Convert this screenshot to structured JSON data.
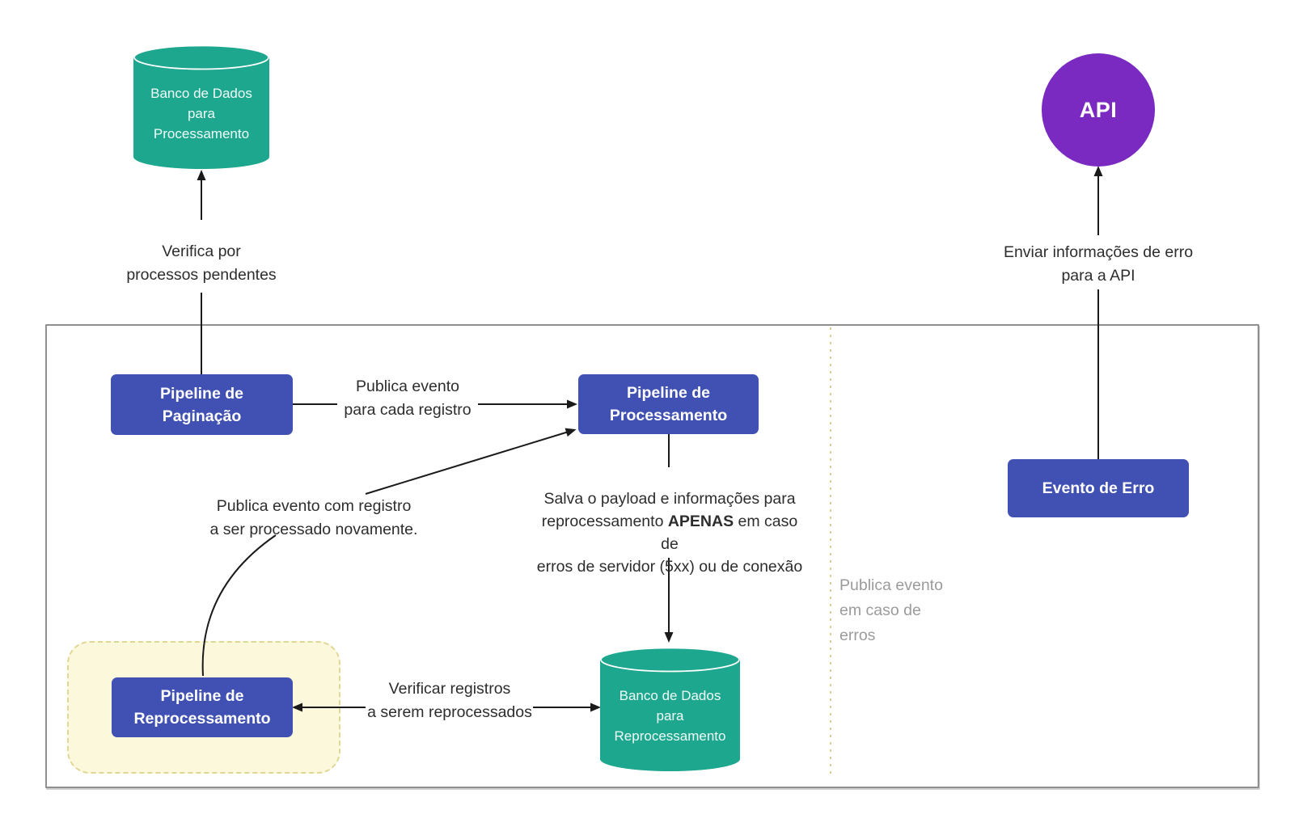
{
  "diagram": {
    "nodes": {
      "db_processing": {
        "shape": "cylinder",
        "label": "Banco de Dados\npara\nProcessamento",
        "color": "#1ca78e"
      },
      "db_reprocessing": {
        "shape": "cylinder",
        "label": "Banco de Dados\npara\nReprocessamento",
        "color": "#1ca78e"
      },
      "api": {
        "shape": "circle",
        "label": "API",
        "color": "#7a2ac0"
      },
      "pipeline_pagination": {
        "shape": "rect",
        "label": "Pipeline de\nPaginação",
        "color": "#4151b3"
      },
      "pipeline_processing": {
        "shape": "rect",
        "label": "Pipeline de\nProcessamento",
        "color": "#4151b3"
      },
      "pipeline_reprocessing": {
        "shape": "rect",
        "label": "Pipeline de\nReprocessamento",
        "color": "#4151b3"
      },
      "error_event": {
        "shape": "rect",
        "label": "Evento de Erro",
        "color": "#4151b3"
      }
    },
    "edge_labels": {
      "verifica": "Verifica por\nprocessos pendentes",
      "publica_cada": "Publica evento\npara cada registro",
      "publica_novamente": "Publica evento com registro\na ser processado novamente.",
      "salva_line1": "Salva o payload e informações para",
      "salva_line2_pre": "reprocessamento ",
      "salva_line2_bold": "APENAS",
      "salva_line2_post": " em caso de",
      "salva_line3": "erros de servidor (5xx) ou de conexão",
      "verificar": "Verificar registros\na serem reprocessados",
      "publica_erros": "Publica evento\nem caso de\nerros",
      "enviar": "Enviar informações de erro\npara a API"
    },
    "colors": {
      "pipeline_box": "#4151b3",
      "database": "#1ca78e",
      "api_circle": "#7a2ac0",
      "highlight_zone_fill": "#fcf8dc",
      "highlight_zone_border": "#e0d796",
      "divider_dashed": "#d8d092",
      "arrow": "#1a1a1a",
      "muted_label": "#9b9b9b",
      "container_border": "#8f8f8f"
    }
  }
}
